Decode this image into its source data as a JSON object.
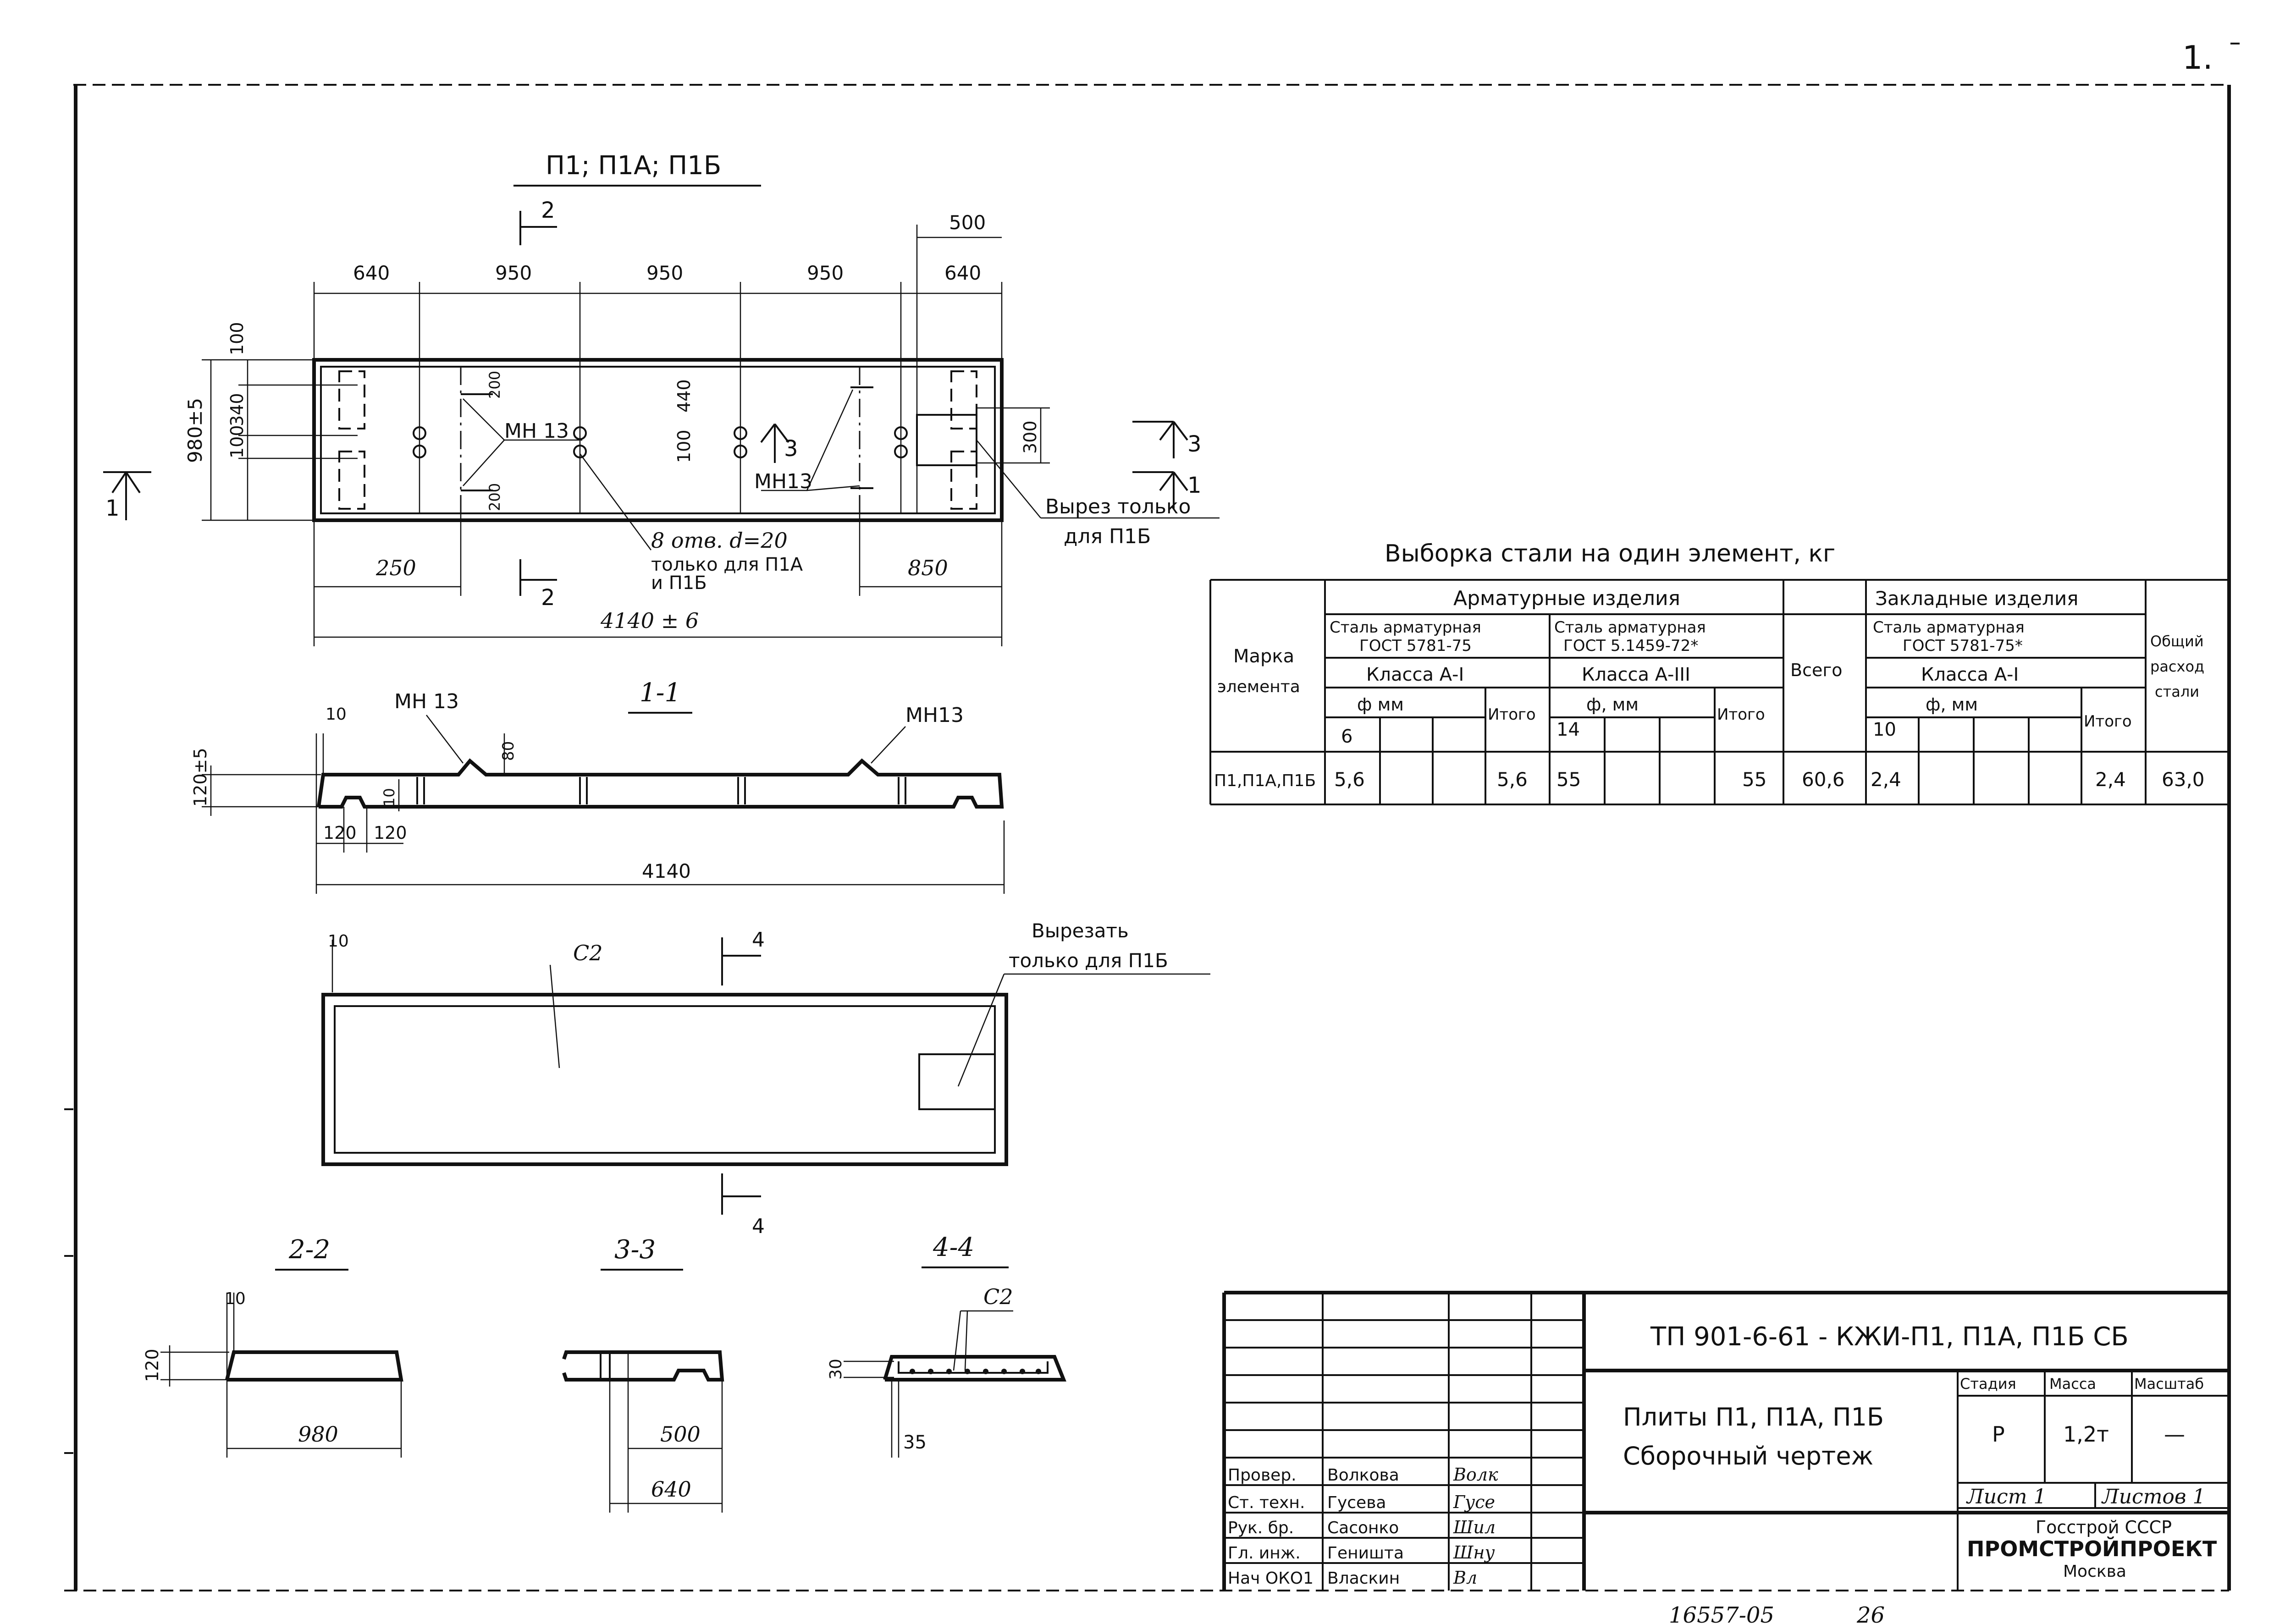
{
  "page_number": "1.",
  "plan": {
    "title": "П1; П1А; П1Б",
    "dims_top": [
      "640",
      "950",
      "950",
      "950",
      "640"
    ],
    "dim_500": "500",
    "dims_left": [
      "100",
      "340",
      "100"
    ],
    "dim_height": "980±5",
    "dim_440": "440",
    "dim_100b": "100",
    "dim_200a": "200",
    "dim_200b": "200",
    "dim_300": "300",
    "label_mn13_a": "МН 13",
    "label_mn13_b": "МН13",
    "holes_note": [
      "8 отв. d=20",
      "только для П1А",
      "и П1Б"
    ],
    "cut_note": [
      "Вырез только",
      "для П1Б"
    ],
    "dim_250": "250",
    "dim_850": "850",
    "dim_total": "4140 ± 6",
    "section_marks": {
      "s1": "1",
      "s2": "2",
      "s3": "3"
    }
  },
  "sec11": {
    "title": "1-1",
    "mn13_left": "МН 13",
    "mn13_right": "МН13",
    "dim_10": "10",
    "dim_80": "80",
    "dim_120h": "120±5",
    "dim_10b": "10",
    "dim_120a": "120",
    "dim_120b": "120",
    "dim_4140": "4140"
  },
  "bottom_plan": {
    "c2": "С2",
    "dim_10": "10",
    "cut_note": [
      "Вырезать",
      "только для П1Б"
    ],
    "sec4": "4"
  },
  "sec22": {
    "title": "2-2",
    "dim_10": "10",
    "dim_120": "120",
    "dim_980": "980"
  },
  "sec33": {
    "title": "3-3",
    "dim_500": "500",
    "dim_640": "640"
  },
  "sec44": {
    "title": "4-4",
    "c2": "С2",
    "dim_30": "30",
    "dim_35": "35"
  },
  "steel_table": {
    "title": "Выборка стали на один элемент, кг",
    "h_group1": "Арматурные изделия",
    "h_group2": "Закладные изделия",
    "h_mark": [
      "Марка",
      "элемента"
    ],
    "h_steel1": [
      "Сталь арматурная",
      "ГОСТ 5781-75"
    ],
    "h_steel2": [
      "Сталь арматурная",
      "ГОСТ 5.1459-72*"
    ],
    "h_steel3": [
      "Сталь арматурная",
      "ГОСТ 5781-75*"
    ],
    "h_class1": "Класса А-I",
    "h_class2": "Класса А-III",
    "h_class3": "Класса А-I",
    "h_phi1": "ф мм",
    "h_phi2": "ф, мм",
    "h_phi3": "ф, мм",
    "h_total": "Итого",
    "h_all": "Всего",
    "h_general": [
      "Общий",
      "расход",
      "стали"
    ],
    "d1": "6",
    "d2": "14",
    "d3": "10",
    "row": {
      "mark": "П1,П1А,П1Б",
      "v6": "5,6",
      "itogo1": "5,6",
      "v14": "55",
      "itogo2": "55",
      "vsego": "60,6",
      "v10": "2,4",
      "itogo3": "2,4",
      "total": "63,0"
    }
  },
  "title_block": {
    "code": "ТП 901-6-61 - КЖИ-П1, П1А, П1Б СБ",
    "name": [
      "Плиты П1, П1А, П1Б",
      "Сборочный чертеж"
    ],
    "stage_h": "Стадия",
    "mass_h": "Масса",
    "scale_h": "Масштаб",
    "stage": "Р",
    "mass": "1,2т",
    "scale": "—",
    "sheet": "Лист 1",
    "sheets": "Листов 1",
    "org": [
      "Госстрой СССР",
      "ПРОМСТРОЙПРОЕКТ",
      "Москва"
    ],
    "staff": [
      {
        "role": "Провер.",
        "name": "Волкова",
        "sign": "Волк"
      },
      {
        "role": "Ст. техн.",
        "name": "Гусева",
        "sign": "Гусе"
      },
      {
        "role": "Рук. бр.",
        "name": "Сасонко",
        "sign": "Шил"
      },
      {
        "role": "Гл. инж.",
        "name": "Геништа",
        "sign": "Шну"
      },
      {
        "role": "Нач ОКО1",
        "name": "Власкин",
        "sign": "Вл"
      }
    ]
  },
  "footer_number": "16557-05",
  "footer_page": "26"
}
